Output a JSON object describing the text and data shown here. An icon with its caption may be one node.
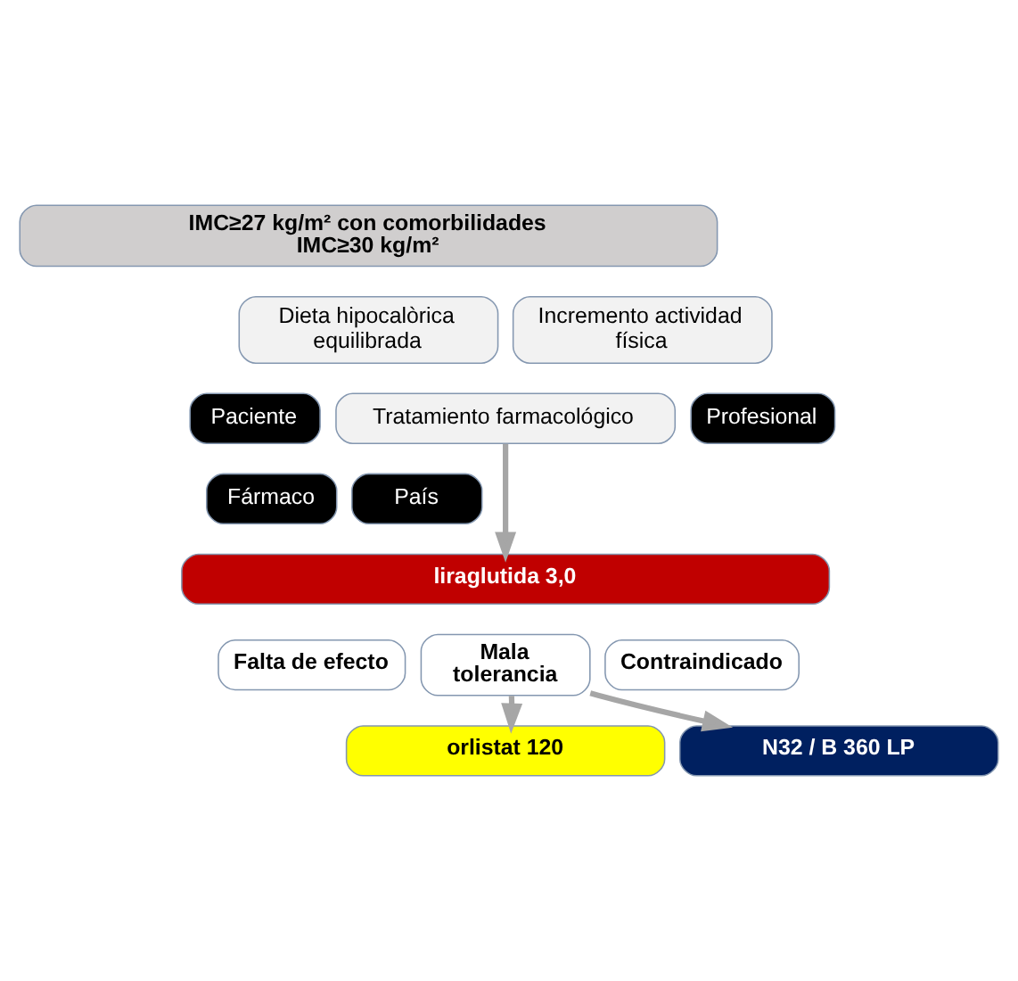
{
  "diagram": {
    "nodes": [
      {
        "text": [
          "IMC≥27 kg/m² con comorbilidades",
          "IMC≥30 kg/m²"
        ]
      },
      {
        "text": [
          "Dieta hipocalòrica equilibrada"
        ]
      },
      {
        "text": [
          "Incremento actividad física"
        ]
      },
      {
        "text": [
          "Tratamiento farmacológico"
        ]
      },
      {
        "text": [
          "Paciente"
        ]
      },
      {
        "text": [
          "Profesional"
        ]
      },
      {
        "text": [
          "Fármaco"
        ]
      },
      {
        "text": [
          "País"
        ]
      },
      {
        "text": [
          "liraglutida 3,0"
        ]
      },
      {
        "text": [
          "Falta de efecto"
        ]
      },
      {
        "text": [
          "Mala tolerancia"
        ]
      },
      {
        "text": [
          "Contraindicado"
        ]
      },
      {
        "text": [
          "orlistat 120"
        ]
      },
      {
        "text": [
          "N32 / B 360 LP"
        ]
      }
    ],
    "edges": [
      {
        "from": 3,
        "to": 8,
        "arrow": "to"
      },
      {
        "from": 10,
        "to": 12,
        "arrow": "to"
      },
      {
        "from": 10,
        "to": 13,
        "arrow": "to"
      }
    ]
  }
}
